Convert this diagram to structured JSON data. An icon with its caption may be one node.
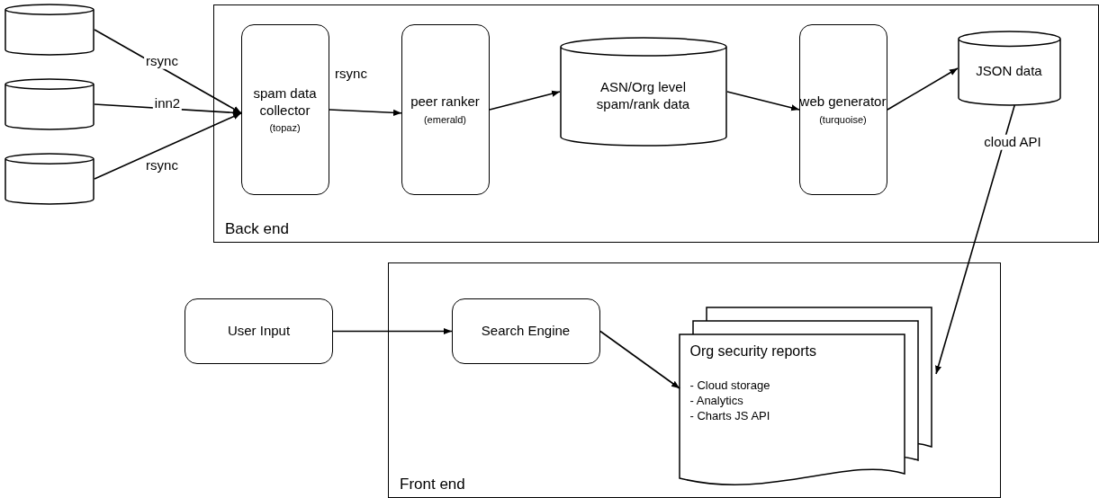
{
  "diagram": {
    "nodes": [
      {
        "text": [
          "Back end"
        ]
      },
      {
        "text": [
          "Front end"
        ]
      },
      {
        "text": [],
        "shape": "cylinder"
      },
      {
        "text": [],
        "shape": "cylinder"
      },
      {
        "text": [],
        "shape": "cylinder"
      },
      {
        "text": [
          "spam data collector",
          "(topaz)"
        ],
        "in": 0
      },
      {
        "text": [
          "peer ranker",
          "(emerald)"
        ],
        "in": 0
      },
      {
        "text": [
          "ASN/Org level spam/rank data"
        ],
        "in": 0
      },
      {
        "text": [
          "web generator",
          "(turquoise)"
        ],
        "in": 0
      },
      {
        "text": [
          "JSON data"
        ],
        "in": 0
      },
      {
        "text": [
          "User Input"
        ]
      },
      {
        "text": [
          "Search Engine"
        ],
        "in": 1
      },
      {
        "text": [
          "Org security reports",
          "- Cloud storage",
          "- Analytics",
          "- Charts JS API"
        ],
        "in": 1
      }
    ],
    "edges": [
      {
        "from": 2,
        "to": 5,
        "arrow": "to",
        "label": "rsync"
      },
      {
        "from": 3,
        "to": 5,
        "arrow": "to",
        "label": "inn2"
      },
      {
        "from": 4,
        "to": 5,
        "arrow": "to",
        "label": "rsync"
      },
      {
        "from": 5,
        "to": 6,
        "arrow": "to",
        "label": "rsync"
      },
      {
        "from": 6,
        "to": 7,
        "arrow": "to"
      },
      {
        "from": 7,
        "to": 8,
        "arrow": "to"
      },
      {
        "from": 8,
        "to": 9,
        "arrow": "to"
      },
      {
        "from": 9,
        "to": 12,
        "arrow": "to",
        "label": "cloud API"
      },
      {
        "from": 10,
        "to": 11,
        "arrow": "to"
      },
      {
        "from": 11,
        "to": 12,
        "arrow": "to"
      }
    ]
  }
}
